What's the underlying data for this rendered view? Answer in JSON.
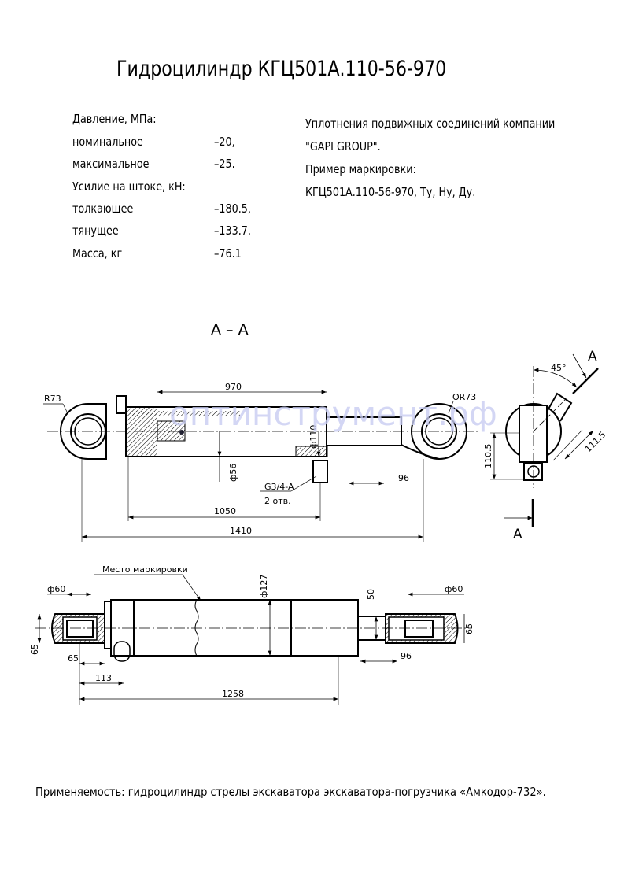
{
  "title": "Гидроцилиндр КГЦ501А.110-56-970",
  "specs": [
    {
      "label": "Давление, МПа:",
      "value": ""
    },
    {
      "label": "номинальное",
      "value": "–20,"
    },
    {
      "label": "максимальное",
      "value": "–25."
    },
    {
      "label": "Усилие на штоке, кН:",
      "value": ""
    },
    {
      "label": "толкающее",
      "value": "–180.5,"
    },
    {
      "label": "тянущее",
      "value": "–133.7."
    },
    {
      "label": "Масса, кг",
      "value": "–76.1"
    }
  ],
  "notes": [
    "Уплотнения подвижных соединений компании",
    "\"GAPI GROUP\".",
    "Пример маркировки:",
    "КГЦ501А.110-56-970, Ту, Ну, Ду."
  ],
  "section_label": "А – А",
  "watermark": "оптинструмент.рф",
  "top_view": {
    "dims": {
      "stroke": "970",
      "r_left": "R73",
      "r_right": "OR73",
      "rod_dia": "ф110",
      "bore_dia": "ф56",
      "port": "G3/4-A",
      "port_count": "2 отв.",
      "eye_offset": "96",
      "closed_body": "1050",
      "closed_length": "1410"
    }
  },
  "side_view": {
    "dims": {
      "angle": "45°",
      "port_offset": "111.5",
      "height": "110.5",
      "section_mark": "А"
    }
  },
  "bottom_view": {
    "marking_place": "Место маркировки",
    "dims": {
      "eye_dia_left": "ф60",
      "eye_dia_right": "ф60",
      "body_dia": "ф127",
      "rod_width": "50",
      "eye_width_left": "65",
      "eye_width_right": "65",
      "offset_65": "65",
      "offset_113": "113",
      "eye_offset": "96",
      "length": "1258"
    }
  },
  "footer": "Применяемость: гидроцилиндр стрелы экскаватора экскаватора-погрузчика «Амкодор-732»."
}
